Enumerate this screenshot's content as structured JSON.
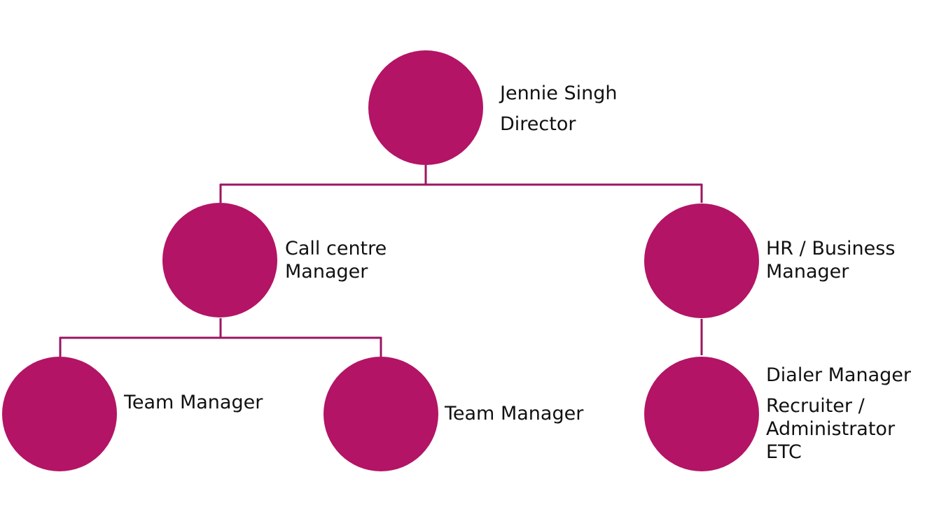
{
  "colors": {
    "node_fill": "#b31465",
    "connector": "#9b1660",
    "text": "#111111",
    "background": "#ffffff"
  },
  "nodes": {
    "director": {
      "name": "Jennie Singh",
      "role": "Director"
    },
    "call_centre_manager": {
      "line1": "Call centre",
      "line2": "Manager"
    },
    "hr_business_manager": {
      "line1": "HR / Business",
      "line2": "Manager"
    },
    "team_manager_1": {
      "title": "Team Manager"
    },
    "team_manager_2": {
      "title": "Team Manager"
    },
    "dialer_group": {
      "line1": "Dialer Manager",
      "line2": "Recruiter /",
      "line3": "Administrator",
      "line4": "ETC"
    }
  }
}
